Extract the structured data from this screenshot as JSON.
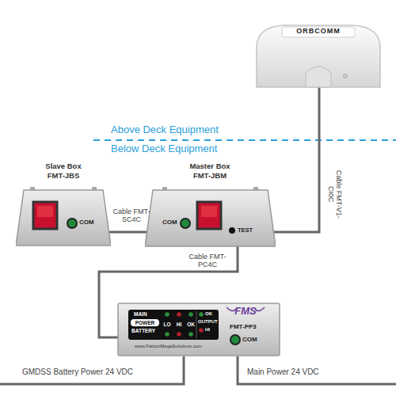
{
  "diagram": {
    "nodes": [
      {
        "text": [
          "ORBCOMM"
        ]
      },
      {
        "text": [
          "Slave Box",
          "FMT-JBS",
          "COM"
        ]
      },
      {
        "text": [
          "Master Box",
          "FMT-JBM",
          "COM",
          "TEST"
        ]
      },
      {
        "text": [
          "MAIN",
          "POWER",
          "BATTERY",
          "LO",
          "HI",
          "OK",
          "OK",
          "OUTPUT",
          "HI",
          "FMS",
          "FMT-PP3",
          "COM",
          "www.FalconMegaSolutions.com"
        ]
      }
    ],
    "edges": [
      {
        "from": 1,
        "to": 2,
        "label": "Cable FMT-SC4C",
        "arrow": "none"
      },
      {
        "from": 0,
        "to": 2,
        "label": "Cable FMT-V1-CI0C",
        "arrow": "none"
      },
      {
        "from": 2,
        "to": 3,
        "label": "Cable FMT-PC4C",
        "arrow": "none"
      }
    ],
    "labels": [
      "Above Deck Equipment",
      "Below Deck Equipment",
      "GMDSS Battery Power 24 VDC",
      "Main Power 24 VDC"
    ]
  }
}
